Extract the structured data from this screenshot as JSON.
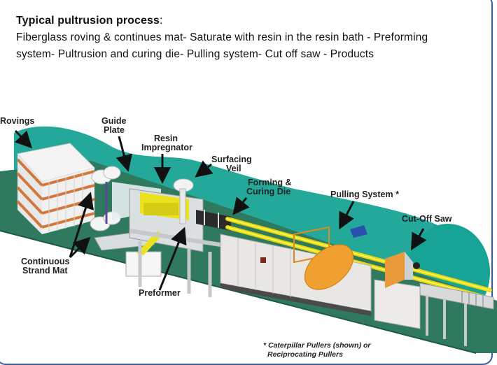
{
  "heading": "Typical pultrusion process",
  "heading_suffix": ":",
  "description_line1": "Fiberglass roving & continues mat- Saturate with resin in the resin bath - Preforming",
  "description_line2": "system- Pultrusion and curing die- Pulling system- Cut off saw - Products",
  "diagram": {
    "labels": {
      "rovings": "Rovings",
      "guide_plate_1": "Guide",
      "guide_plate_2": "Plate",
      "resin_impregnator_1": "Resin",
      "resin_impregnator_2": "Impregnator",
      "surfacing_veil_1": "Surfacing",
      "surfacing_veil_2": "Veil",
      "forming_die_1": "Forming &",
      "forming_die_2": "Curing Die",
      "pulling_system": "Pulling System *",
      "cut_off_saw": "Cut-Off Saw",
      "continuous_mat_1": "Continuous",
      "continuous_mat_2": "Strand Mat",
      "preformer": "Preformer"
    },
    "footnote_1": "* Caterpillar Pullers (shown) or",
    "footnote_2": "Reciprocating Pullers"
  },
  "colors": {
    "teal_background": "#17a395",
    "floor_green": "#2f7a5e",
    "product_yellow": "#f2e21e",
    "puller_orange": "#f0a030",
    "frame_blue": "#3a5a9a"
  }
}
